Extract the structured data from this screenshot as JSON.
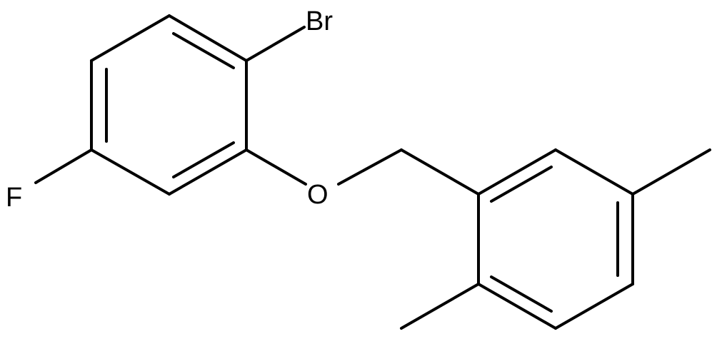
{
  "atoms": {
    "bromine": "Br",
    "fluorine": "F",
    "oxygen": "O"
  },
  "colors": {
    "stroke": "#000000",
    "background": "#ffffff"
  }
}
